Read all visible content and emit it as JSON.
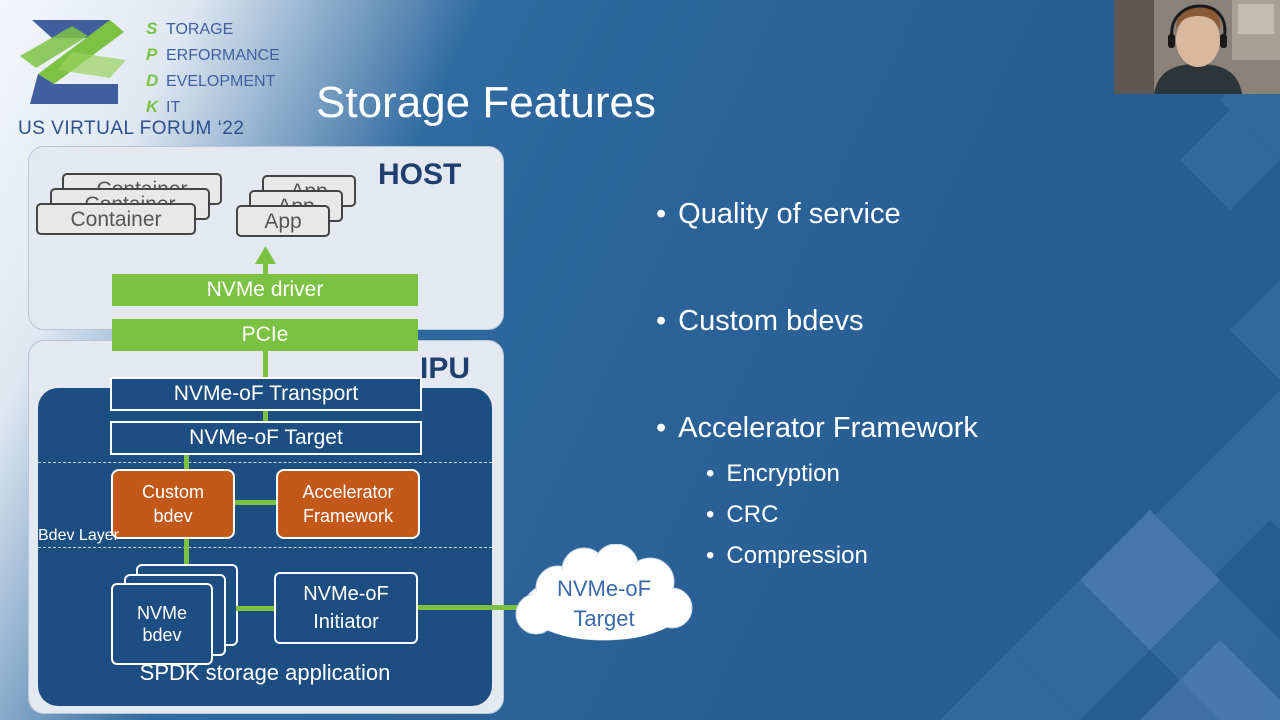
{
  "logo": {
    "rows": [
      {
        "cap": "S",
        "rest": "TORAGE"
      },
      {
        "cap": "P",
        "rest": "ERFORMANCE"
      },
      {
        "cap": "D",
        "rest": "EVELOPMENT"
      },
      {
        "cap": "K",
        "rest": "IT"
      }
    ],
    "forum": "US VIRTUAL FORUM ‘22"
  },
  "title": "Storage Features",
  "diagram": {
    "host_label": "HOST",
    "ipu_label": "IPU",
    "container_back1": "Container",
    "container_back2": "Container",
    "container_front": "Container",
    "app_back1": "App",
    "app_back2": "App",
    "app_front": "App",
    "nvme_driver": "NVMe driver",
    "pcie": "PCIe",
    "nvmeof_transport": "NVMe-oF Transport",
    "nvmeof_target": "NVMe-oF Target",
    "custom_bdev_l1": "Custom",
    "custom_bdev_l2": "bdev",
    "accel_l1": "Accelerator",
    "accel_l2": "Framework",
    "bdev_layer": "Bdev Layer",
    "nvme_bdev_l1": "NVMe",
    "nvme_bdev_l2": "bdev",
    "initiator_l1": "NVMe-oF",
    "initiator_l2": "Initiator",
    "spdk_app": "SPDK storage application",
    "cloud_l1": "NVMe-oF",
    "cloud_l2": "Target"
  },
  "bullets": {
    "b1": "Quality of service",
    "b2": "Custom bdevs",
    "b3": "Accelerator Framework",
    "sub1": "Encryption",
    "sub2": "CRC",
    "sub3": "Compression"
  },
  "colors": {
    "green": "#7cc242",
    "orange": "#c2581a",
    "navy": "#1d4e82",
    "slide_blue": "#2a6196"
  }
}
